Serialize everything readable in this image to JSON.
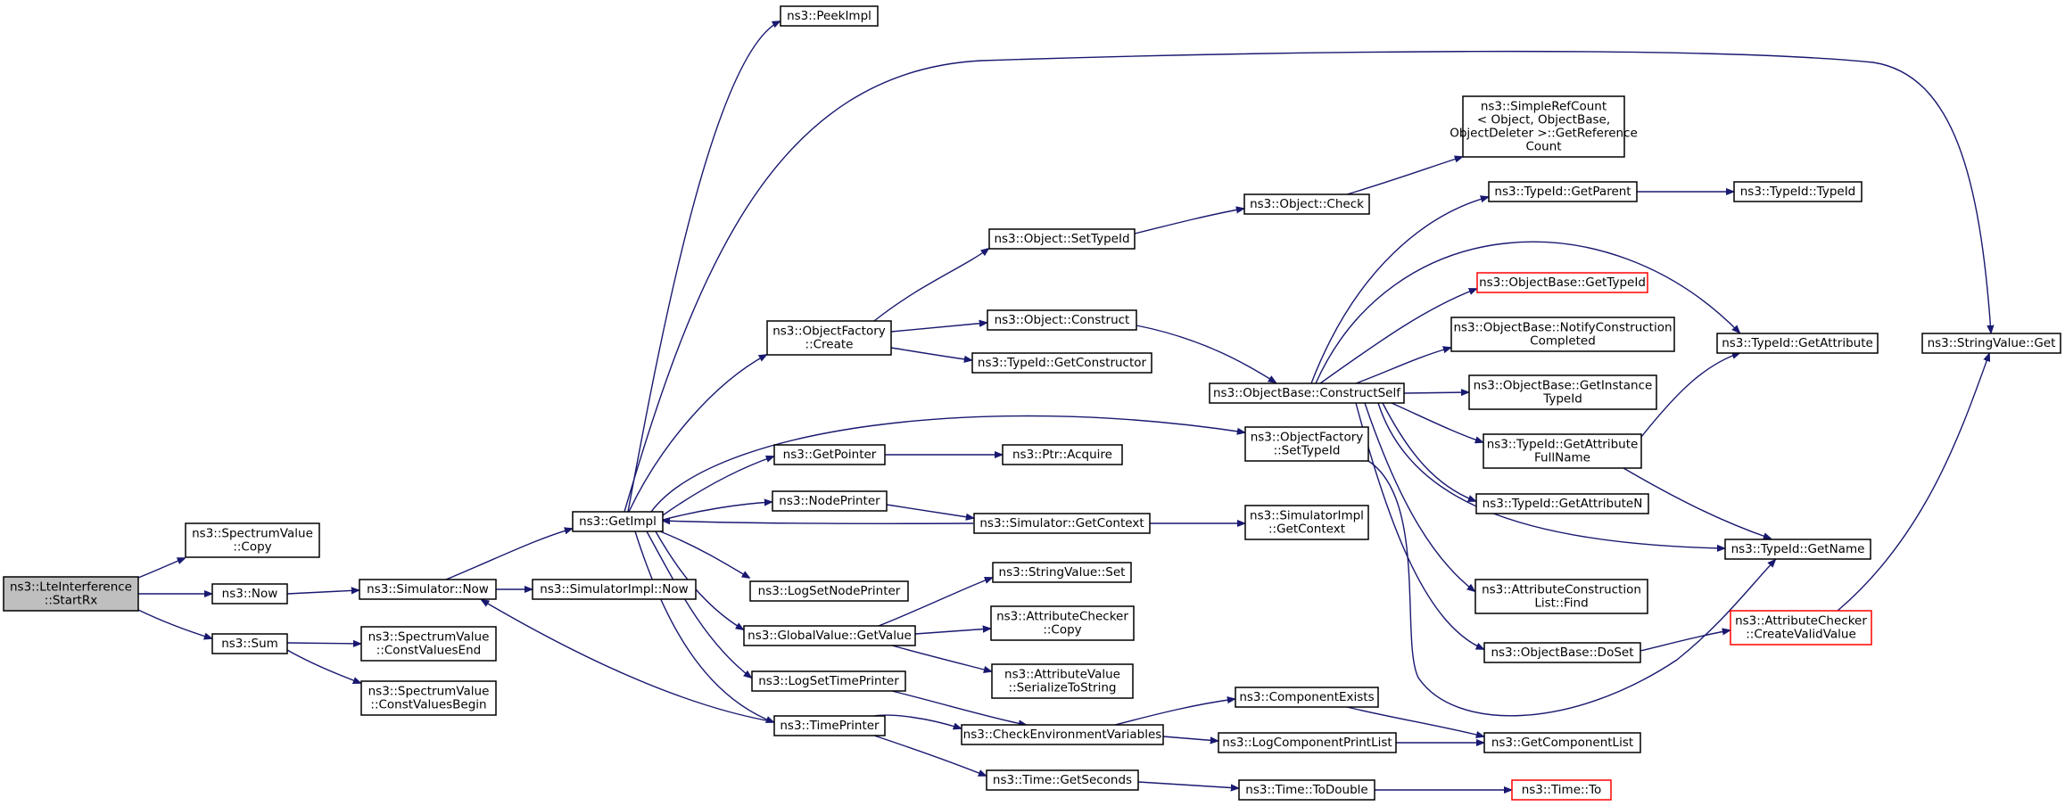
{
  "colors": {
    "edge": "#191970",
    "node_border": "#000000",
    "node_fill": "#ffffff",
    "root_fill": "#bfbfbf",
    "truncated_border": "#ff0000"
  },
  "nodes": [
    {
      "id": "root",
      "lines": [
        "ns3::LteInterference",
        "::StartRx"
      ]
    },
    {
      "id": "spectrumCopy",
      "lines": [
        "ns3::SpectrumValue",
        "::Copy"
      ]
    },
    {
      "id": "now",
      "lines": [
        "ns3::Now"
      ]
    },
    {
      "id": "sum",
      "lines": [
        "ns3::Sum"
      ]
    },
    {
      "id": "simNow",
      "lines": [
        "ns3::Simulator::Now"
      ]
    },
    {
      "id": "cvEnd",
      "lines": [
        "ns3::SpectrumValue",
        "::ConstValuesEnd"
      ]
    },
    {
      "id": "cvBegin",
      "lines": [
        "ns3::SpectrumValue",
        "::ConstValuesBegin"
      ]
    },
    {
      "id": "simImplNow",
      "lines": [
        "ns3::SimulatorImpl::Now"
      ]
    },
    {
      "id": "getImpl",
      "lines": [
        "ns3::GetImpl"
      ]
    },
    {
      "id": "peekImpl",
      "lines": [
        "ns3::PeekImpl"
      ]
    },
    {
      "id": "ofCreate",
      "lines": [
        "ns3::ObjectFactory",
        "::Create"
      ]
    },
    {
      "id": "getPointer",
      "lines": [
        "ns3::GetPointer"
      ]
    },
    {
      "id": "nodePrinter",
      "lines": [
        "ns3::NodePrinter"
      ]
    },
    {
      "id": "logSetNodePrinter",
      "lines": [
        "ns3::LogSetNodePrinter"
      ]
    },
    {
      "id": "gvGetValue",
      "lines": [
        "ns3::GlobalValue::GetValue"
      ]
    },
    {
      "id": "logSetTimePrinter",
      "lines": [
        "ns3::LogSetTimePrinter"
      ]
    },
    {
      "id": "timePrinter",
      "lines": [
        "ns3::TimePrinter"
      ]
    },
    {
      "id": "objSetTypeId",
      "lines": [
        "ns3::Object::SetTypeId"
      ]
    },
    {
      "id": "objConstruct",
      "lines": [
        "ns3::Object::Construct"
      ]
    },
    {
      "id": "tidGetConstructor",
      "lines": [
        "ns3::TypeId::GetConstructor"
      ]
    },
    {
      "id": "ptrAcquire",
      "lines": [
        "ns3::Ptr::Acquire"
      ]
    },
    {
      "id": "simGetContext",
      "lines": [
        "ns3::Simulator::GetContext"
      ]
    },
    {
      "id": "svSet",
      "lines": [
        "ns3::StringValue::Set"
      ]
    },
    {
      "id": "acCopy",
      "lines": [
        "ns3::AttributeChecker",
        "::Copy"
      ]
    },
    {
      "id": "avSerialize",
      "lines": [
        "ns3::AttributeValue",
        "::SerializeToString"
      ]
    },
    {
      "id": "checkEnv",
      "lines": [
        "ns3::CheckEnvironmentVariables"
      ]
    },
    {
      "id": "timeGetSeconds",
      "lines": [
        "ns3::Time::GetSeconds"
      ]
    },
    {
      "id": "objCheck",
      "lines": [
        "ns3::Object::Check"
      ]
    },
    {
      "id": "obConstructSelf",
      "lines": [
        "ns3::ObjectBase::ConstructSelf"
      ]
    },
    {
      "id": "ofSetTypeId",
      "lines": [
        "ns3::ObjectFactory",
        "::SetTypeId"
      ]
    },
    {
      "id": "simImplGetContext",
      "lines": [
        "ns3::SimulatorImpl",
        "::GetContext"
      ]
    },
    {
      "id": "componentExists",
      "lines": [
        "ns3::ComponentExists"
      ]
    },
    {
      "id": "logComponentPrintList",
      "lines": [
        "ns3::LogComponentPrintList"
      ]
    },
    {
      "id": "timeToDouble",
      "lines": [
        "ns3::Time::ToDouble"
      ]
    },
    {
      "id": "simpleRefCount",
      "lines": [
        "ns3::SimpleRefCount",
        "< Object, ObjectBase,",
        "ObjectDeleter >::GetReference",
        "Count"
      ]
    },
    {
      "id": "tidGetParent",
      "lines": [
        "ns3::TypeId::GetParent"
      ]
    },
    {
      "id": "obGetTypeId",
      "lines": [
        "ns3::ObjectBase::GetTypeId"
      ]
    },
    {
      "id": "obNotify",
      "lines": [
        "ns3::ObjectBase::NotifyConstruction",
        "Completed"
      ]
    },
    {
      "id": "obGetInstance",
      "lines": [
        "ns3::ObjectBase::GetInstance",
        "TypeId"
      ]
    },
    {
      "id": "tidGetAttrFullName",
      "lines": [
        "ns3::TypeId::GetAttribute",
        "FullName"
      ]
    },
    {
      "id": "tidGetAttrN",
      "lines": [
        "ns3::TypeId::GetAttributeN"
      ]
    },
    {
      "id": "acListFind",
      "lines": [
        "ns3::AttributeConstruction",
        "List::Find"
      ]
    },
    {
      "id": "obDoSet",
      "lines": [
        "ns3::ObjectBase::DoSet"
      ]
    },
    {
      "id": "getComponentList",
      "lines": [
        "ns3::GetComponentList"
      ]
    },
    {
      "id": "timeTo",
      "lines": [
        "ns3::Time::To"
      ]
    },
    {
      "id": "tidTypeId",
      "lines": [
        "ns3::TypeId::TypeId"
      ]
    },
    {
      "id": "tidGetAttribute",
      "lines": [
        "ns3::TypeId::GetAttribute"
      ]
    },
    {
      "id": "tidGetName",
      "lines": [
        "ns3::TypeId::GetName"
      ]
    },
    {
      "id": "acCreateValid",
      "lines": [
        "ns3::AttributeChecker",
        "::CreateValidValue"
      ]
    },
    {
      "id": "svGet",
      "lines": [
        "ns3::StringValue::Get"
      ]
    }
  ]
}
